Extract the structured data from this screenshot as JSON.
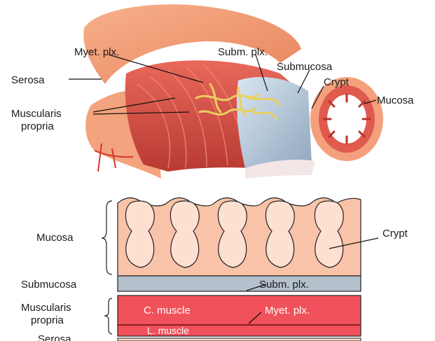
{
  "top_labels": {
    "serosa": "Serosa",
    "myet_plx": "Myet. plx.",
    "subm_plx": "Subm. plx.",
    "submucosa": "Submucosa",
    "crypt": "Crypt",
    "mucosa": "Mucosa",
    "muscularis_line1": "Muscularis",
    "muscularis_line2": "propria"
  },
  "bottom_labels": {
    "mucosa": "Mucosa",
    "crypt": "Crypt",
    "submucosa": "Submucosa",
    "subm_plx": "Subm. plx.",
    "muscularis_line1": "Muscularis",
    "muscularis_line2": "propria",
    "c_muscle": "C. muscle",
    "myet_plx": "Myet. plx.",
    "l_muscle": "L. muscle",
    "serosa": "Serosa"
  },
  "colors": {
    "mucosa": "#f9c3a9",
    "submucosa": "#b4c0cc",
    "muscle": "#f0515a",
    "muscle_dark": "#c8323b",
    "plexus": "#e8d060",
    "serosa_outer": "#f3a37d",
    "vessel": "#d8322c"
  }
}
